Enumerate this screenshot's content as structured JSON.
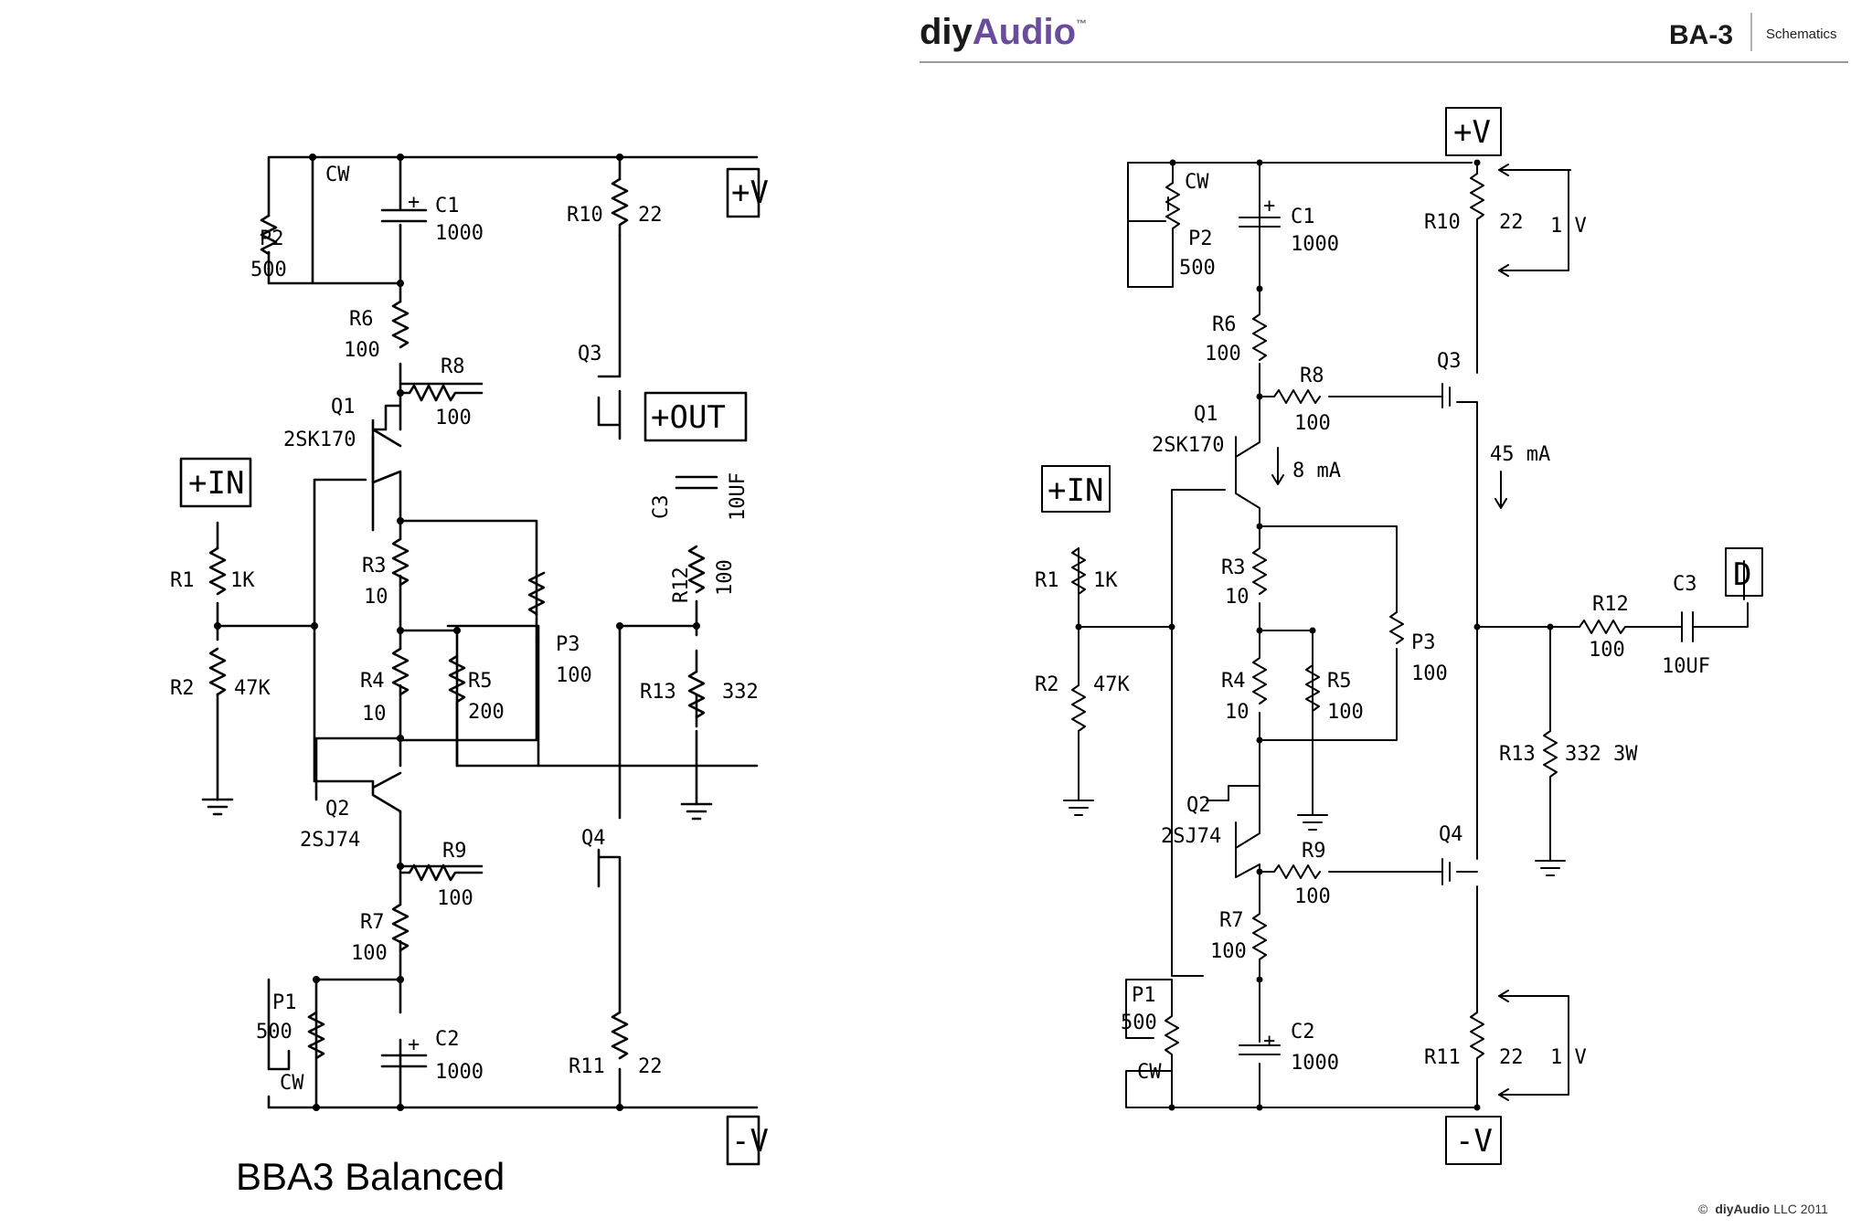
{
  "left": {
    "title": "BBA3 Balanced",
    "ports": {
      "in": "+IN",
      "out": "+OUT",
      "vplus": "+V",
      "vminus": "-V"
    },
    "parts": {
      "P2": [
        "P2",
        "500",
        "CW"
      ],
      "C1": [
        "C1",
        "1000",
        "+"
      ],
      "R10": [
        "R10",
        "22"
      ],
      "R6": [
        "R6",
        "100"
      ],
      "R8": [
        "R8",
        "100"
      ],
      "Q3": [
        "Q3"
      ],
      "Q1": [
        "Q1",
        "2SK170"
      ],
      "C3": [
        "C3",
        "10UF"
      ],
      "R12": [
        "R12",
        "100"
      ],
      "R1": [
        "R1",
        "1K"
      ],
      "R3": [
        "R3",
        "10"
      ],
      "P3": [
        "P3",
        "100"
      ],
      "R2": [
        "R2",
        "47K"
      ],
      "R4": [
        "R4",
        "10"
      ],
      "R5": [
        "R5",
        "200"
      ],
      "R13": [
        "R13",
        "332"
      ],
      "Q2": [
        "Q2",
        "2SJ74"
      ],
      "R9": [
        "R9",
        "100"
      ],
      "Q4": [
        "Q4"
      ],
      "R7": [
        "R7",
        "100"
      ],
      "P1": [
        "P1",
        "500",
        "CW"
      ],
      "C2": [
        "C2",
        "1000",
        "+"
      ],
      "R11": [
        "R11",
        "22"
      ]
    }
  },
  "right": {
    "header": {
      "brand_a": "diy",
      "brand_b": "Audio",
      "tm": "™",
      "doc_id": "BA-3",
      "section": "Schematics"
    },
    "ports": {
      "vplus": "+V",
      "vminus": "-V",
      "in": "+IN",
      "out": "D"
    },
    "annotations": {
      "current_q1": "8 mA",
      "current_out": "45 mA",
      "v_top": "1 V",
      "v_bottom": "1 V"
    },
    "parts": {
      "P2": [
        "P2",
        "500",
        "CW"
      ],
      "C1": [
        "C1",
        "1000",
        "+"
      ],
      "R10": [
        "R10",
        "22"
      ],
      "R6": [
        "R6",
        "100"
      ],
      "R8": [
        "R8",
        "100"
      ],
      "Q3": [
        "Q3"
      ],
      "Q1": [
        "Q1",
        "2SK170"
      ],
      "R1": [
        "R1",
        "1K"
      ],
      "R3": [
        "R3",
        "10"
      ],
      "P3": [
        "P3",
        "100"
      ],
      "R12": [
        "R12",
        "100"
      ],
      "C3": [
        "C3",
        "10UF"
      ],
      "R2": [
        "R2",
        "47K"
      ],
      "R4": [
        "R4",
        "10"
      ],
      "R5": [
        "R5",
        "100"
      ],
      "R13": [
        "R13",
        "332 3W"
      ],
      "Q2": [
        "Q2",
        "2SJ74"
      ],
      "R9": [
        "R9",
        "100"
      ],
      "Q4": [
        "Q4"
      ],
      "R7": [
        "R7",
        "100"
      ],
      "P1": [
        "P1",
        "500",
        "CW"
      ],
      "C2": [
        "C2",
        "1000",
        "+"
      ],
      "R11": [
        "R11",
        "22"
      ]
    },
    "footer": {
      "copyright": "©",
      "brand": "diyAudio",
      "rest": "LLC 2011"
    }
  }
}
